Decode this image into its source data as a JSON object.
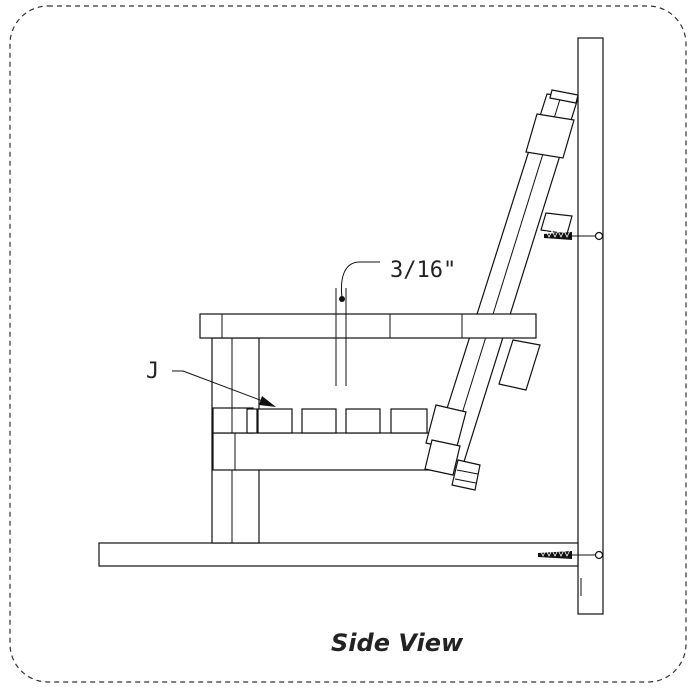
{
  "title": "Side View",
  "callouts": {
    "gap_label": "3/16\"",
    "part_label": "J"
  },
  "icons": [
    "wood-screw-icon",
    "wood-screw-icon"
  ],
  "colors": {
    "line": "#111111",
    "background": "#ffffff",
    "border": "#333333"
  }
}
